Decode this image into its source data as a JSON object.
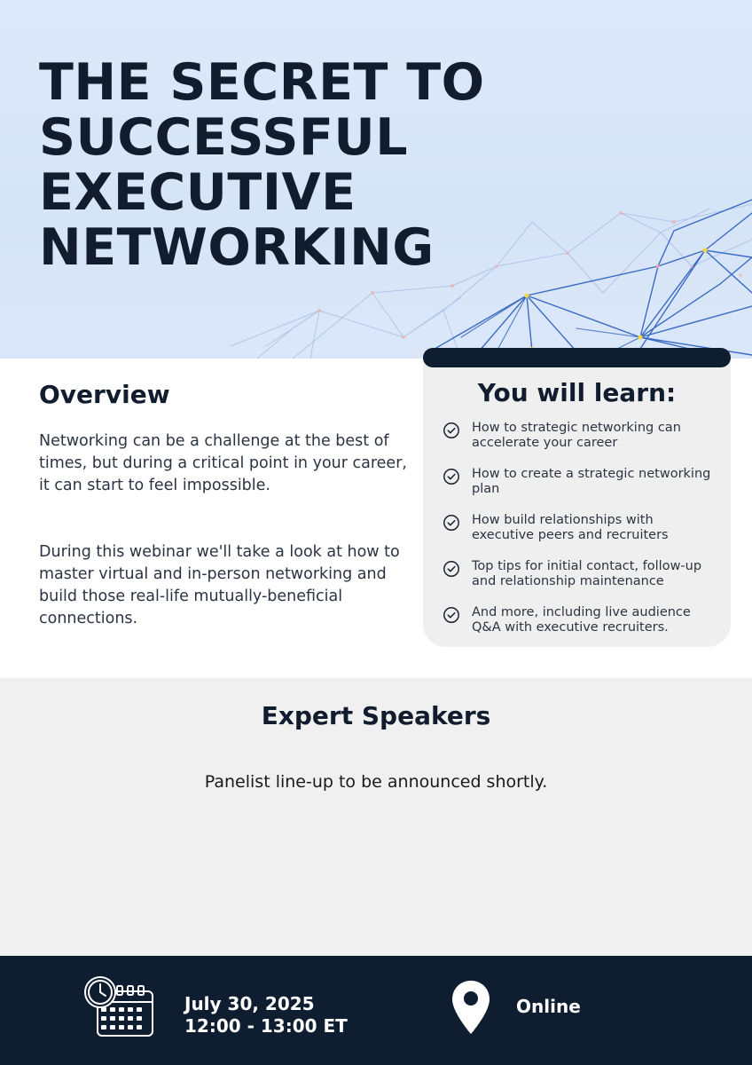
{
  "hero": {
    "title": "THE SECRET TO\nSUCCESSFUL\nEXECUTIVE\nNETWORKING"
  },
  "overview": {
    "title": "Overview",
    "paragraphs": [
      "Networking can be a challenge at the best of times, but during a critical point in your career, it can start to feel impossible.",
      "During this webinar we'll take a look at how to master virtual and in-person networking and build those real-life mutually-beneficial connections."
    ]
  },
  "learn": {
    "title": "You will learn:",
    "icon": "check-circle-icon",
    "items": [
      "How to strategic networking can accelerate your career",
      "How to create a strategic networking plan",
      "How build relationships with executive peers and recruiters",
      "Top tips for initial contact, follow-up and relationship maintenance",
      "And more, including live audience Q&A with executive recruiters."
    ]
  },
  "speakers": {
    "title": "Expert Speakers",
    "text": "Panelist line-up to be announced shortly."
  },
  "event": {
    "date": "July 30, 2025",
    "time": "12:00 - 13:00 ET",
    "location": "Online",
    "date_icon": "calendar-clock-icon",
    "location_icon": "map-pin-icon"
  },
  "colors": {
    "navy": "#0e1e30",
    "hero_bg": "#dbe7f9",
    "card_bg": "#efefef",
    "network_line": "#3a6bc4",
    "network_node": "#f5d742"
  }
}
